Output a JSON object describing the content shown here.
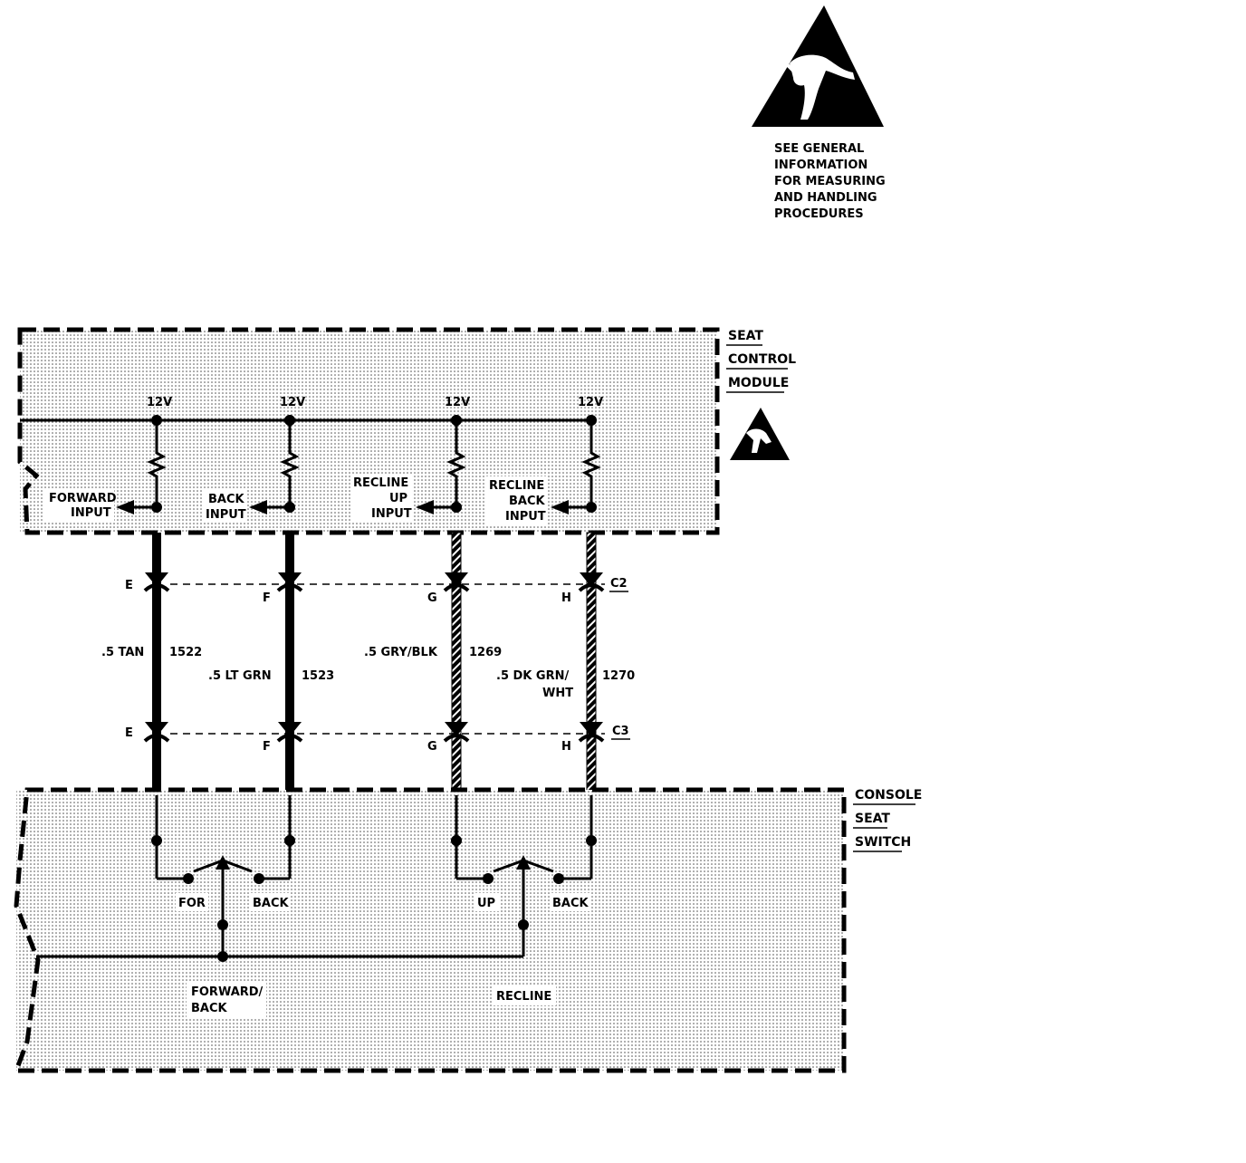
{
  "esd_notice": {
    "lines": [
      "SEE GENERAL",
      "INFORMATION",
      "FOR MEASURING",
      "AND HANDLING",
      "PROCEDURES"
    ]
  },
  "seat_control_module": {
    "label_lines": [
      "SEAT",
      "CONTROL",
      "MODULE"
    ],
    "supply_labels": [
      "12V",
      "12V",
      "12V",
      "12V"
    ],
    "inputs": [
      [
        "FORWARD",
        "INPUT"
      ],
      [
        "BACK",
        "INPUT"
      ],
      [
        "RECLINE",
        "UP",
        "INPUT"
      ],
      [
        "RECLINE",
        "BACK",
        "INPUT"
      ]
    ]
  },
  "connector_c2": {
    "name": "C2",
    "pins": [
      "E",
      "F",
      "G",
      "H"
    ]
  },
  "connector_c3": {
    "name": "C3",
    "pins": [
      "E",
      "F",
      "G",
      "H"
    ]
  },
  "wires": [
    {
      "desc_lines": [
        ".5 TAN"
      ],
      "circuit": "1522"
    },
    {
      "desc_lines": [
        ".5 LT GRN"
      ],
      "circuit": "1523"
    },
    {
      "desc_lines": [
        ".5 GRY/BLK"
      ],
      "circuit": "1269"
    },
    {
      "desc_lines": [
        ".5 DK GRN/",
        "WHT"
      ],
      "circuit": "1270"
    }
  ],
  "console_seat_switch": {
    "label_lines": [
      "CONSOLE",
      "SEAT",
      "SWITCH"
    ],
    "switch_labels": [
      "FOR",
      "BACK",
      "UP",
      "BACK"
    ],
    "switch_names": [
      [
        "FORWARD/",
        "BACK"
      ],
      [
        "RECLINE"
      ]
    ]
  }
}
